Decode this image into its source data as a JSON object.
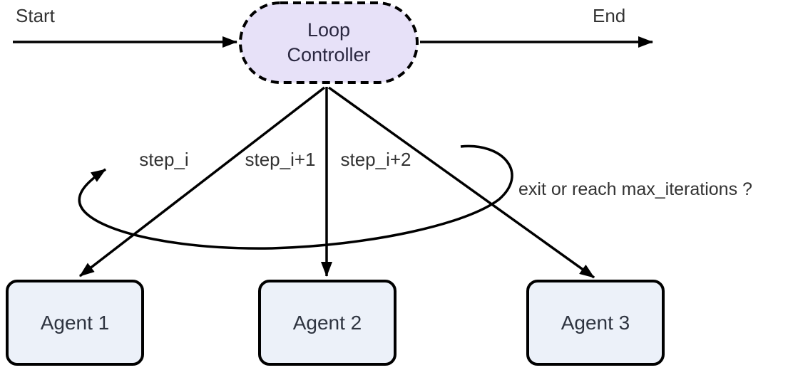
{
  "diagram": {
    "type": "flowchart",
    "nodes": {
      "start_label": "Start",
      "end_label": "End",
      "loop_controller": {
        "label_line1": "Loop",
        "label_line2": "Controller"
      },
      "agents": [
        {
          "label": "Agent 1"
        },
        {
          "label": "Agent 2"
        },
        {
          "label": "Agent 3"
        }
      ]
    },
    "edge_labels": {
      "step1": "step_i",
      "step2": "step_i+1",
      "step3": "step_i+2",
      "loop_condition": "exit or reach max_iterations ?"
    },
    "colors": {
      "background": "#ffffff",
      "stroke": "#000000",
      "loop_controller_fill": "#e7e1f8",
      "agent_fill": "#ecf1f9",
      "node_text": "#2a2740",
      "agent_text": "#2e3440",
      "label_text": "#333333"
    }
  }
}
